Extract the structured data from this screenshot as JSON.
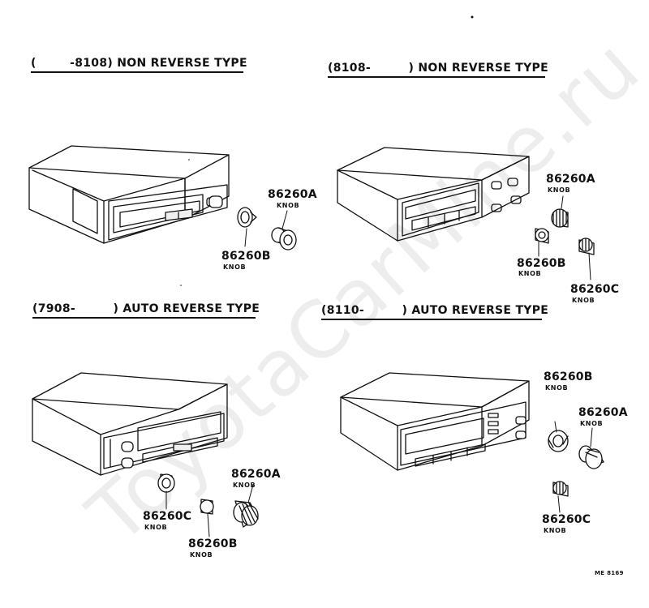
{
  "watermark": "ToyotaCarMine.ru",
  "sections": [
    {
      "title": "(        -8108) NON REVERSE TYPE"
    },
    {
      "title": "(8108-         ) NON REVERSE TYPE"
    },
    {
      "title": "(7908-         ) AUTO REVERSE TYPE"
    },
    {
      "title": "(8110-         ) AUTO REVERSE TYPE"
    }
  ],
  "callouts": {
    "s1_a": {
      "part": "86260A",
      "name": "KNOB"
    },
    "s1_b": {
      "part": "86260B",
      "name": "KNOB"
    },
    "s2_a": {
      "part": "86260A",
      "name": "KNOB"
    },
    "s2_b": {
      "part": "86260B",
      "name": "KNOB"
    },
    "s2_c": {
      "part": "86260C",
      "name": "KNOB"
    },
    "s3_a": {
      "part": "86260A",
      "name": "KNOB"
    },
    "s3_b": {
      "part": "86260B",
      "name": "KNOB"
    },
    "s3_c": {
      "part": "86260C",
      "name": "KNOB"
    },
    "s4_a": {
      "part": "86260A",
      "name": "KNOB"
    },
    "s4_b": {
      "part": "86260B",
      "name": "KNOB"
    },
    "s4_c": {
      "part": "86260C",
      "name": "KNOB"
    }
  },
  "diagram_code": "ME 8169"
}
